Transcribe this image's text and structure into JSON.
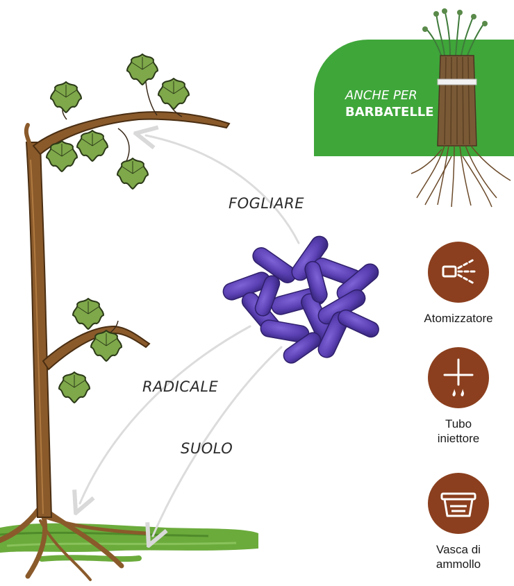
{
  "routes": {
    "foliar": "FOGLIARE",
    "root": "RADICALE",
    "soil": "SUOLO"
  },
  "banner": {
    "line1": "ANCHE PER",
    "line2": "BARBATELLE"
  },
  "methods": [
    {
      "icon": "sprayer-icon",
      "label": "Atomizzatore"
    },
    {
      "icon": "injector-tube-icon",
      "label": "Tubo iniettore"
    },
    {
      "icon": "soaking-tank-icon",
      "label": "Vasca di ammollo"
    }
  ],
  "colors": {
    "banner_green": "#3fa63a",
    "method_brown": "#8b3f1e",
    "microbe_purple": "#5b3fb0",
    "leaf_green": "#7ea84a",
    "ground_green": "#6bab3c",
    "trunk_brown": "#8a5a2b",
    "arrow_gray": "#dcdcdc"
  }
}
